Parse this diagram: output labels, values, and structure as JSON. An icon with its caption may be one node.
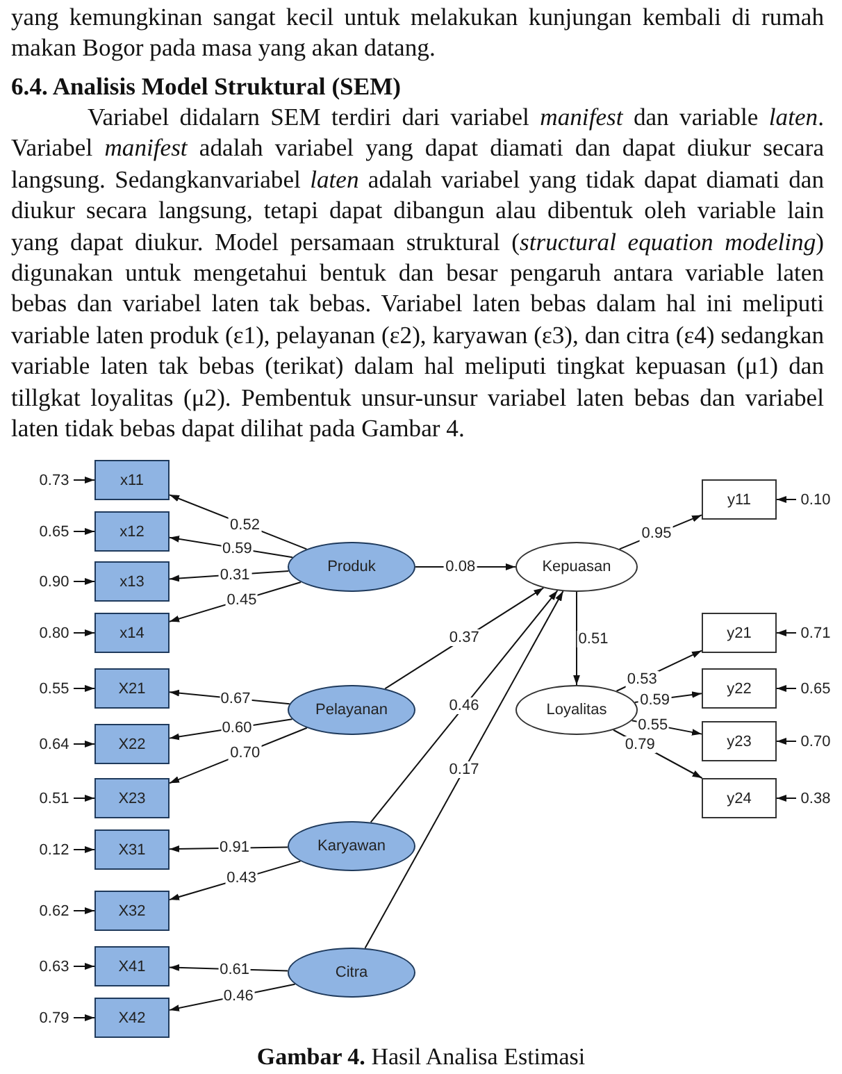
{
  "diagram": {
    "caption": "**Gambar 4.** Hasil Analisa Estimasi",
    "labels": [
      "yang kemungkinan sangat kecil untuk melakukan kunjungan kembali di rumah makan Bogor pada masa yang akan datang.",
      "6.4. Analisis Model Struktural (SEM)",
      "Variabel didalarn SEM terdiri dari variabel *manifest* dan variable *laten*. Variabel *manifest* adalah variabel yang dapat diamati dan dapat diukur secara langsung. Sedangkanvariabel *laten* adalah variabel yang tidak dapat diamati dan diukur secara langsung, tetapi dapat dibangun alau dibentuk oleh variable lain yang dapat diukur. Model persamaan struktural (*structural equation modeling*) digunakan untuk mengetahui bentuk dan besar pengaruh antara variable laten bebas dan variabel laten tak bebas. Variabel laten bebas dalam hal ini meliputi variable laten produk (ε1), pelayanan (ε2), karyawan (ε3), dan citra (ε4) sedangkan variable laten tak bebas (terikat) dalam hal meliputi tingkat kepuasan (μ1) dan tillgkat loyalitas (μ2). Pembentuk unsur-unsur variabel laten bebas dan variabel laten tidak bebas dapat dilihat pada Gambar 4."
    ],
    "nodes": [
      {
        "text": [
          "x11"
        ]
      },
      {
        "text": [
          "x12"
        ]
      },
      {
        "text": [
          "x13"
        ]
      },
      {
        "text": [
          "x14"
        ]
      },
      {
        "text": [
          "X21"
        ]
      },
      {
        "text": [
          "X22"
        ]
      },
      {
        "text": [
          "X23"
        ]
      },
      {
        "text": [
          "X31"
        ]
      },
      {
        "text": [
          "X32"
        ]
      },
      {
        "text": [
          "X41"
        ]
      },
      {
        "text": [
          "X42"
        ]
      },
      {
        "text": [
          "0.73"
        ]
      },
      {
        "text": [
          "0.65"
        ]
      },
      {
        "text": [
          "0.90"
        ]
      },
      {
        "text": [
          "0.80"
        ]
      },
      {
        "text": [
          "0.55"
        ]
      },
      {
        "text": [
          "0.64"
        ]
      },
      {
        "text": [
          "0.51"
        ]
      },
      {
        "text": [
          "0.12"
        ]
      },
      {
        "text": [
          "0.62"
        ]
      },
      {
        "text": [
          "0.63"
        ]
      },
      {
        "text": [
          "0.79"
        ]
      },
      {
        "text": [
          "Produk"
        ]
      },
      {
        "text": [
          "Pelayanan"
        ]
      },
      {
        "text": [
          "Karyawan"
        ]
      },
      {
        "text": [
          "Citra"
        ]
      },
      {
        "text": [
          "Kepuasan"
        ]
      },
      {
        "text": [
          "Loyalitas"
        ]
      },
      {
        "text": [
          "y11"
        ]
      },
      {
        "text": [
          "y21"
        ]
      },
      {
        "text": [
          "y22"
        ]
      },
      {
        "text": [
          "y23"
        ]
      },
      {
        "text": [
          "y24"
        ]
      },
      {
        "text": [
          "0.10"
        ]
      },
      {
        "text": [
          "0.71"
        ]
      },
      {
        "text": [
          "0.65"
        ]
      },
      {
        "text": [
          "0.70"
        ]
      },
      {
        "text": [
          "0.38"
        ]
      }
    ],
    "edges": [
      {
        "from": 11,
        "to": 0,
        "arrow": "to"
      },
      {
        "from": 12,
        "to": 1,
        "arrow": "to"
      },
      {
        "from": 13,
        "to": 2,
        "arrow": "to"
      },
      {
        "from": 14,
        "to": 3,
        "arrow": "to"
      },
      {
        "from": 15,
        "to": 4,
        "arrow": "to"
      },
      {
        "from": 16,
        "to": 5,
        "arrow": "to"
      },
      {
        "from": 17,
        "to": 6,
        "arrow": "to"
      },
      {
        "from": 18,
        "to": 7,
        "arrow": "to"
      },
      {
        "from": 19,
        "to": 8,
        "arrow": "to"
      },
      {
        "from": 20,
        "to": 9,
        "arrow": "to"
      },
      {
        "from": 21,
        "to": 10,
        "arrow": "to"
      },
      {
        "from": 22,
        "to": 0,
        "label": "0.52",
        "arrow": "to"
      },
      {
        "from": 22,
        "to": 1,
        "label": "0.59",
        "arrow": "to"
      },
      {
        "from": 22,
        "to": 2,
        "label": "0.31",
        "arrow": "to"
      },
      {
        "from": 22,
        "to": 3,
        "label": "0.45",
        "arrow": "to"
      },
      {
        "from": 23,
        "to": 4,
        "label": "0.67",
        "arrow": "to"
      },
      {
        "from": 23,
        "to": 5,
        "label": "0.60",
        "arrow": "to"
      },
      {
        "from": 23,
        "to": 6,
        "label": "0.70",
        "arrow": "to"
      },
      {
        "from": 24,
        "to": 7,
        "label": "0.91",
        "arrow": "to"
      },
      {
        "from": 24,
        "to": 8,
        "label": "0.43",
        "arrow": "to"
      },
      {
        "from": 25,
        "to": 9,
        "label": "0.61",
        "arrow": "to"
      },
      {
        "from": 25,
        "to": 10,
        "label": "0.46",
        "arrow": "to"
      },
      {
        "from": 22,
        "to": 26,
        "label": "0.08",
        "arrow": "to"
      },
      {
        "from": 23,
        "to": 26,
        "label": "0.37",
        "arrow": "to"
      },
      {
        "from": 24,
        "to": 26,
        "label": "0.46",
        "arrow": "to"
      },
      {
        "from": 25,
        "to": 26,
        "label": "0.17",
        "arrow": "to"
      },
      {
        "from": 26,
        "to": 27,
        "label": "0.51",
        "arrow": "to"
      },
      {
        "from": 26,
        "to": 28,
        "label": "0.95",
        "arrow": "to"
      },
      {
        "from": 27,
        "to": 29,
        "label": "0.53",
        "arrow": "to"
      },
      {
        "from": 27,
        "to": 30,
        "label": "0.59",
        "arrow": "to"
      },
      {
        "from": 27,
        "to": 31,
        "label": "0.55",
        "arrow": "to"
      },
      {
        "from": 27,
        "to": 32,
        "label": "0.79",
        "arrow": "to"
      },
      {
        "from": 33,
        "to": 28,
        "arrow": "to"
      },
      {
        "from": 34,
        "to": 29,
        "arrow": "to"
      },
      {
        "from": 35,
        "to": 30,
        "arrow": "to"
      },
      {
        "from": 36,
        "to": 31,
        "arrow": "to"
      },
      {
        "from": 37,
        "to": 32,
        "arrow": "to"
      }
    ]
  }
}
